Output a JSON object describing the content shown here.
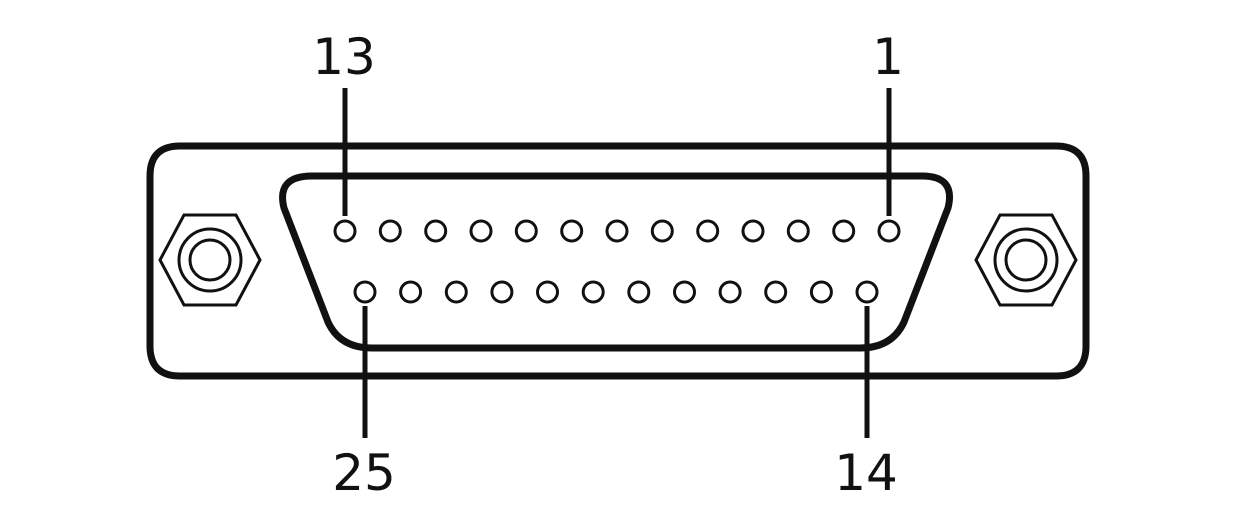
{
  "connector": {
    "name": "",
    "pin_labels": {
      "top_left": "13",
      "top_right": "1",
      "bottom_left": "25",
      "bottom_right": "14"
    },
    "top_row_pin_count": 13,
    "bottom_row_pin_count": 12
  },
  "colors": {
    "stroke": "#111111",
    "background": "#ffffff"
  }
}
